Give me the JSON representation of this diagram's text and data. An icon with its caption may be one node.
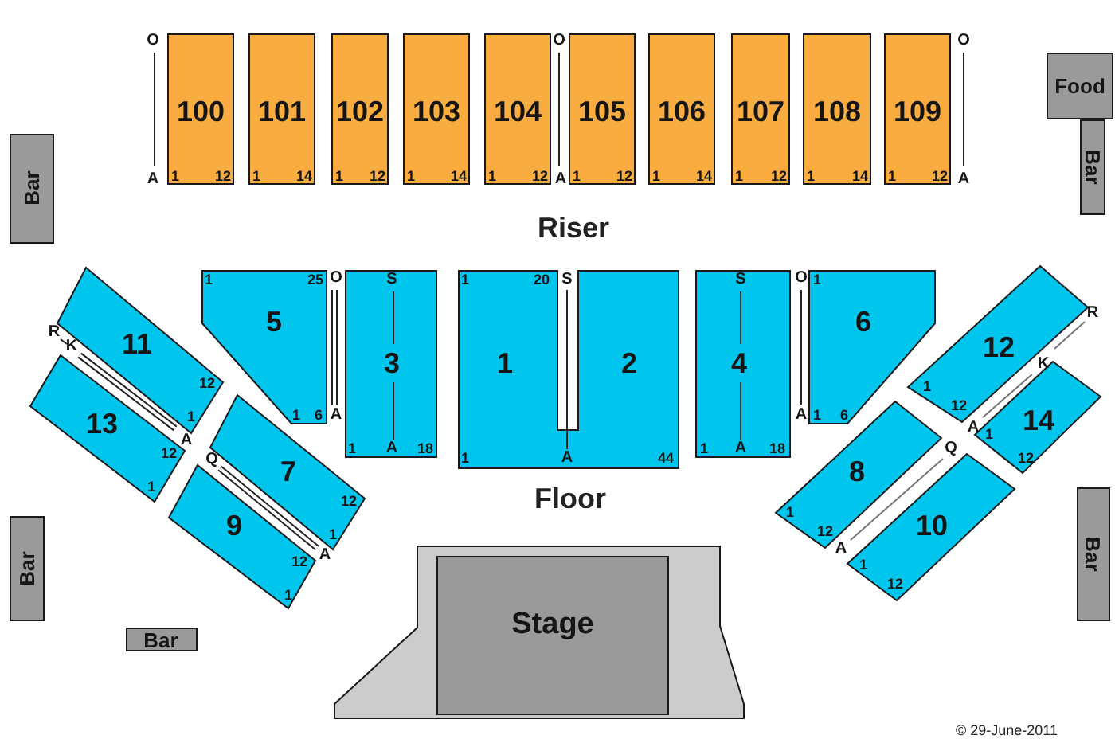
{
  "diagram": {
    "nodes": [
      {
        "text": [
          "Bar"
        ]
      },
      {
        "text": [
          "100",
          "1",
          "12"
        ]
      },
      {
        "text": [
          "101",
          "1",
          "14"
        ]
      },
      {
        "text": [
          "102",
          "1",
          "12"
        ]
      },
      {
        "text": [
          "103",
          "1",
          "14"
        ]
      },
      {
        "text": [
          "104",
          "1",
          "12"
        ]
      },
      {
        "text": [
          "105",
          "1",
          "12"
        ]
      },
      {
        "text": [
          "106",
          "1",
          "14"
        ]
      },
      {
        "text": [
          "107",
          "1",
          "12"
        ]
      },
      {
        "text": [
          "108",
          "1",
          "14"
        ]
      },
      {
        "text": [
          "109",
          "1",
          "12"
        ]
      },
      {
        "text": [
          "Food"
        ]
      },
      {
        "text": [
          "Bar"
        ]
      },
      {
        "text": [
          "1",
          "25",
          "5",
          "1",
          "6"
        ]
      },
      {
        "text": [
          "S",
          "3",
          "1",
          "A",
          "18"
        ]
      },
      {
        "text": [
          "1",
          "20",
          "1",
          "2",
          "1",
          "A",
          "44"
        ]
      },
      {
        "text": [
          "S",
          "4",
          "1",
          "A",
          "18"
        ]
      },
      {
        "text": [
          "1",
          "6",
          "1",
          "6"
        ]
      },
      {
        "text": [
          "11",
          "12",
          "1"
        ]
      },
      {
        "text": [
          "12",
          "1",
          "12"
        ]
      },
      {
        "text": [
          "13",
          "12",
          "1"
        ]
      },
      {
        "text": [
          "14",
          "1",
          "12"
        ]
      },
      {
        "text": [
          "7",
          "12",
          "1"
        ]
      },
      {
        "text": [
          "8",
          "1",
          "12"
        ]
      },
      {
        "text": [
          "9",
          "12",
          "1"
        ]
      },
      {
        "text": [
          "10",
          "1",
          "12"
        ]
      },
      {
        "text": [
          "Bar"
        ]
      },
      {
        "text": [
          "Bar"
        ]
      },
      {
        "text": [
          "Bar"
        ]
      },
      {
        "text": [],
        "shape": "box"
      },
      {
        "text": [
          "Stage"
        ],
        "in": 29
      }
    ],
    "labels": [
      "O",
      "O",
      "O",
      "A",
      "A",
      "A",
      "Riser",
      "O",
      "S",
      "O",
      "R",
      "K",
      "R",
      "K",
      "A",
      "A",
      "A",
      "A",
      "Q",
      "Q",
      "Floor",
      "A",
      "A",
      "© 29-June-2011"
    ]
  }
}
